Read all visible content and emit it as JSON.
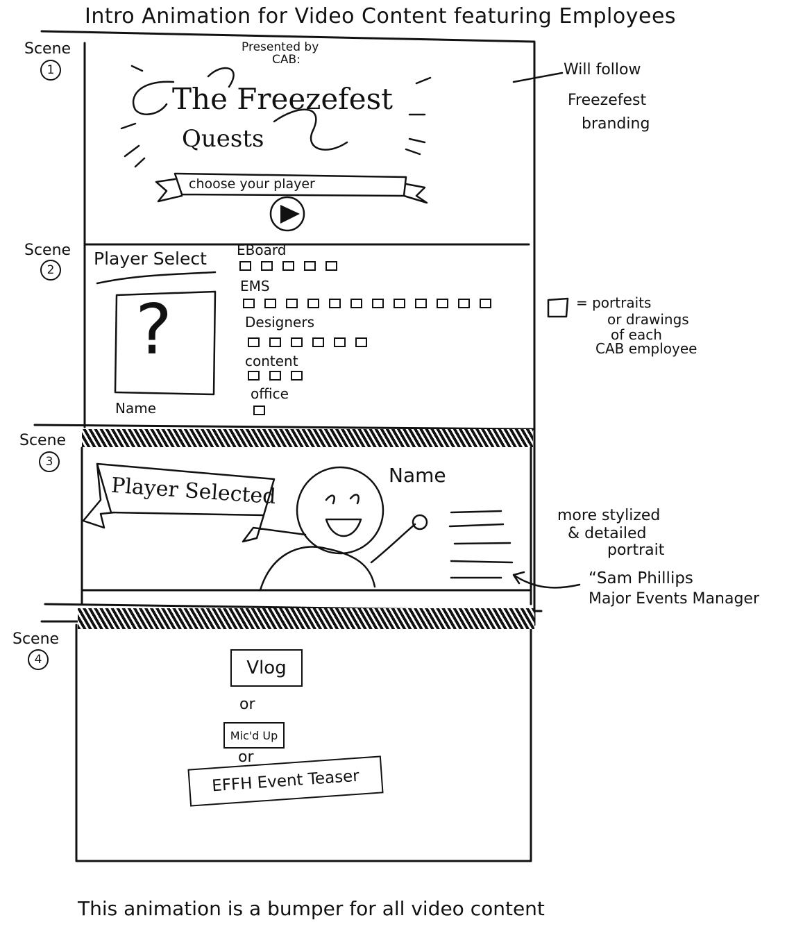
{
  "title": "Intro Animation for Video Content featuring Employees",
  "footer": "This animation is a bumper for all video content",
  "scenes": [
    {
      "label": "Scene",
      "number": "1",
      "presented_by": "Presented by",
      "presenter": "CAB:",
      "logo_line1": "The Freezefest",
      "logo_line2": "Quests",
      "banner": "choose your player",
      "note": [
        "Will follow",
        "Freezefest",
        "branding"
      ]
    },
    {
      "label": "Scene",
      "number": "2",
      "heading": "Player Select",
      "placeholder_glyph": "?",
      "placeholder_caption": "Name",
      "groups": [
        {
          "name": "EBoard",
          "count": 5
        },
        {
          "name": "EMS",
          "count": 12
        },
        {
          "name": "Designers",
          "count": 6
        },
        {
          "name": "content",
          "count": 3
        },
        {
          "name": "office",
          "count": 1
        }
      ],
      "legend_text": [
        "= portraits",
        "or drawings",
        "of each",
        "CAB employee"
      ]
    },
    {
      "label": "Scene",
      "number": "3",
      "banner": "Player Selected",
      "name_label": "Name",
      "note": [
        "more stylized",
        "& detailed",
        "portrait"
      ],
      "caption_note": [
        "“Sam Phillips",
        "Major Events Manager"
      ]
    },
    {
      "label": "Scene",
      "number": "4",
      "options": [
        "Vlog",
        "or",
        "Mic'd Up",
        "or",
        "EFFH Event Teaser"
      ]
    }
  ]
}
